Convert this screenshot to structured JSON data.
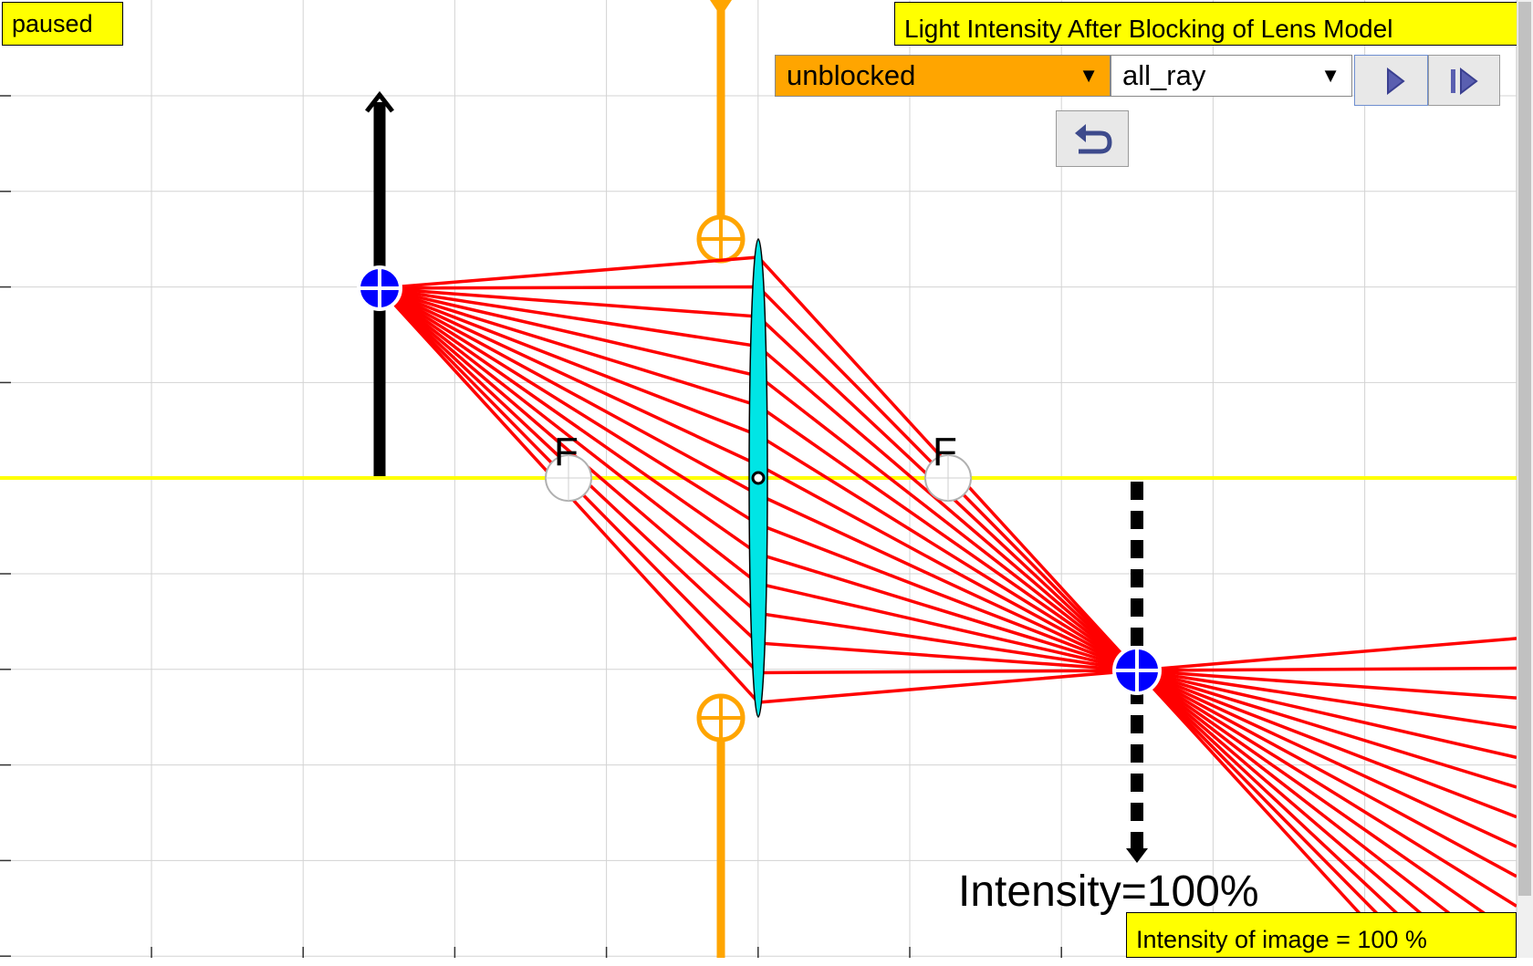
{
  "status": "paused",
  "title": "Light Intensity After Blocking of Lens Model",
  "controls": {
    "block_mode": "unblocked",
    "ray_mode": "all_ray",
    "play_icon": "play-icon",
    "step_icon": "step-forward-icon",
    "reset_icon": "reset-icon"
  },
  "scene": {
    "focal_label_left": "F",
    "focal_label_right": "F",
    "intensity_label": "Intensity=100%",
    "image_intensity_label": "Intensity of image = 100 %"
  },
  "colors": {
    "label_background": "#ffff00",
    "block_select": "#ffa500",
    "rays": "#ff0000",
    "lens": "#00e5e5",
    "axis": "#ffff00",
    "blocker": "#ffa500",
    "handle": "#0000ff"
  }
}
